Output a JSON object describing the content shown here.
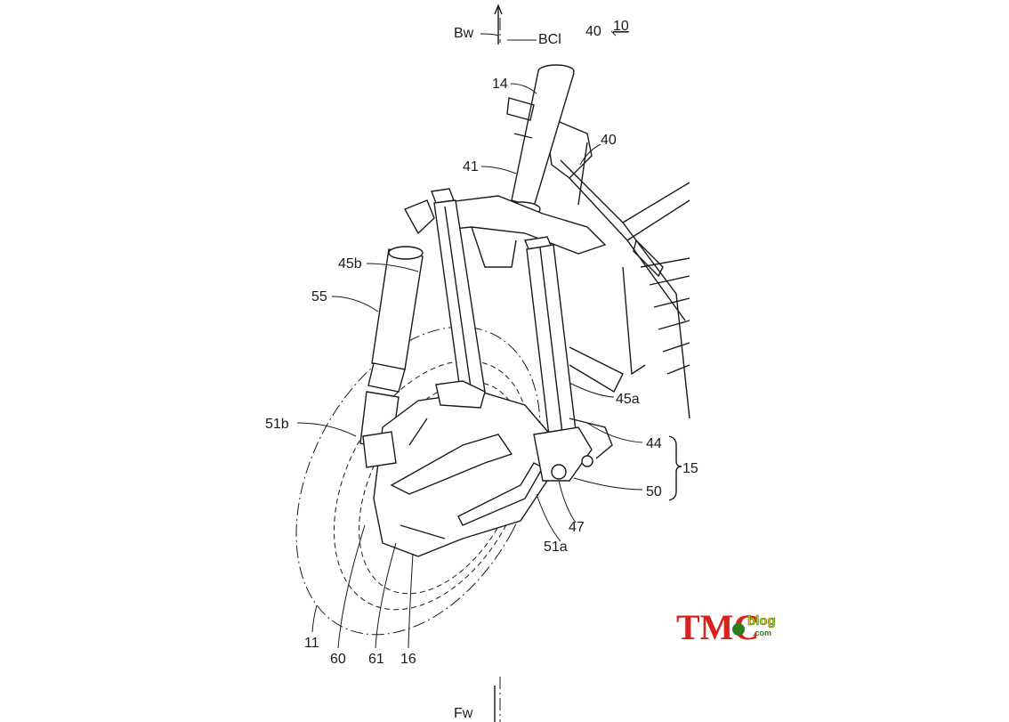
{
  "labels": {
    "bw": "Bw",
    "bcl": "BCl",
    "fw": "Fw",
    "n40_top": "40",
    "n10": "10",
    "n14": "14",
    "n40_right": "40",
    "n41": "41",
    "n45b": "45b",
    "n55": "55",
    "n45a": "45a",
    "n51b": "51b",
    "n44": "44",
    "n15": "15",
    "n50": "50",
    "n47": "47",
    "n51a": "51a",
    "n11": "11",
    "n60": "60",
    "n61": "61",
    "n16": "16"
  },
  "logo": {
    "tmc": "TMC",
    "blog": "blog",
    "com": ".com",
    "red": "#d9221c",
    "green": "#2f7d1f",
    "yellow": "#e8c400"
  }
}
